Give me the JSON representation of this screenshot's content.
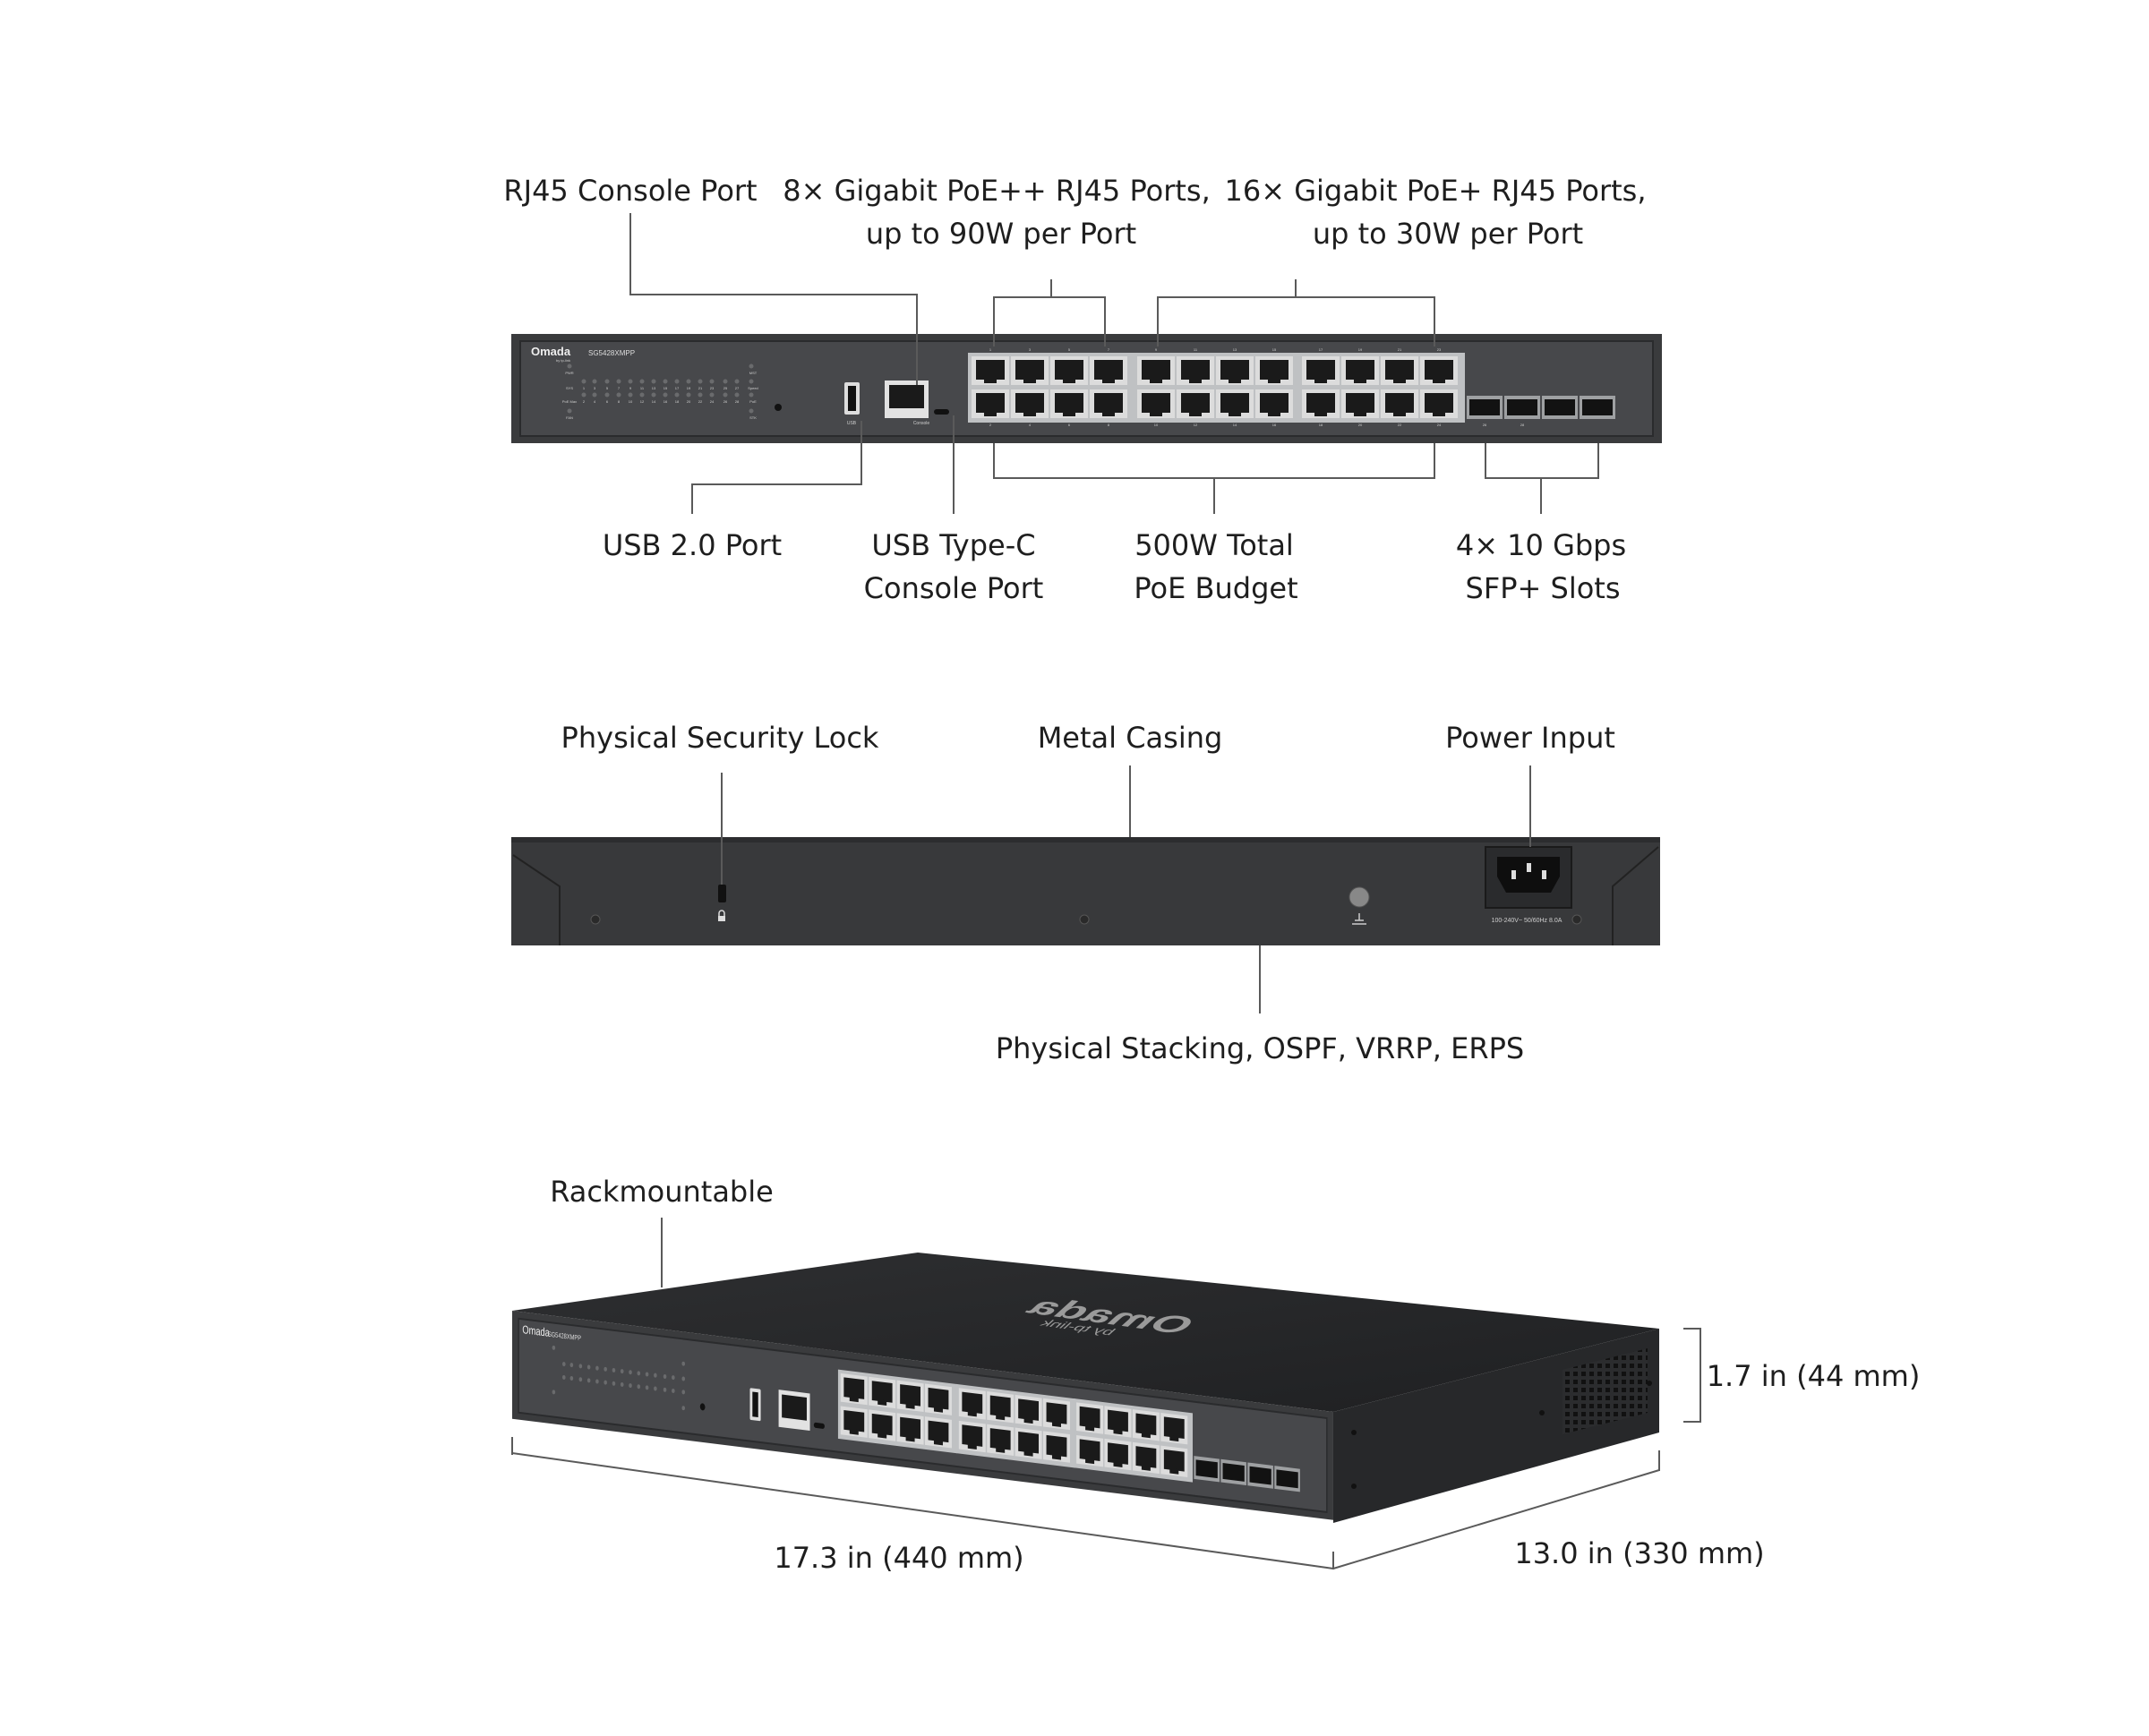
{
  "callouts": {
    "rj45_console": "RJ45 Console Port",
    "poe_pp_line1": "8× Gigabit PoE++ RJ45 Ports,",
    "poe_pp_line2": "up to 90W per Port",
    "poe_p_line1": "16× Gigabit PoE+ RJ45 Ports,",
    "poe_p_line2": "up to 30W per Port",
    "usb2": "USB 2.0 Port",
    "typec_line1": "USB Type-C",
    "typec_line2": "Console Port",
    "budget_line1": "500W Total",
    "budget_line2": "PoE Budget",
    "sfp_line1": "4× 10 Gbps",
    "sfp_line2": "SFP+ Slots",
    "security_lock": "Physical Security Lock",
    "metal_casing": "Metal Casing",
    "power_input": "Power Input",
    "features": "Physical Stacking, OSPF, VRRP, ERPS",
    "rackmountable": "Rackmountable",
    "height": "1.7 in (44 mm)",
    "width": "17.3 in (440 mm)",
    "depth": "13.0  in (330 mm)"
  },
  "device": {
    "brand": "Omada",
    "brand_sub": "by tp-link",
    "model": "SG5428XMPP",
    "led_left": [
      "PWR",
      "SYS",
      "PoE Max",
      "FAN"
    ],
    "led_right": [
      "MST",
      "Speed",
      "PoE",
      "STK"
    ],
    "led_odd": [
      "1",
      "3",
      "5",
      "7",
      "9",
      "11",
      "13",
      "15",
      "17",
      "19",
      "21",
      "23",
      "25",
      "27"
    ],
    "led_even": [
      "2",
      "4",
      "6",
      "8",
      "10",
      "12",
      "14",
      "16",
      "18",
      "20",
      "22",
      "24",
      "26",
      "28"
    ],
    "usb_label": "USB",
    "console_label": "Console",
    "power_rating": "100-240V~ 50/60Hz 8.0A"
  },
  "colors": {
    "chassis": "#3a3b3d",
    "panel": "#4a4b4e",
    "text": "#1e1e1e",
    "leader": "#5a5a5a"
  }
}
